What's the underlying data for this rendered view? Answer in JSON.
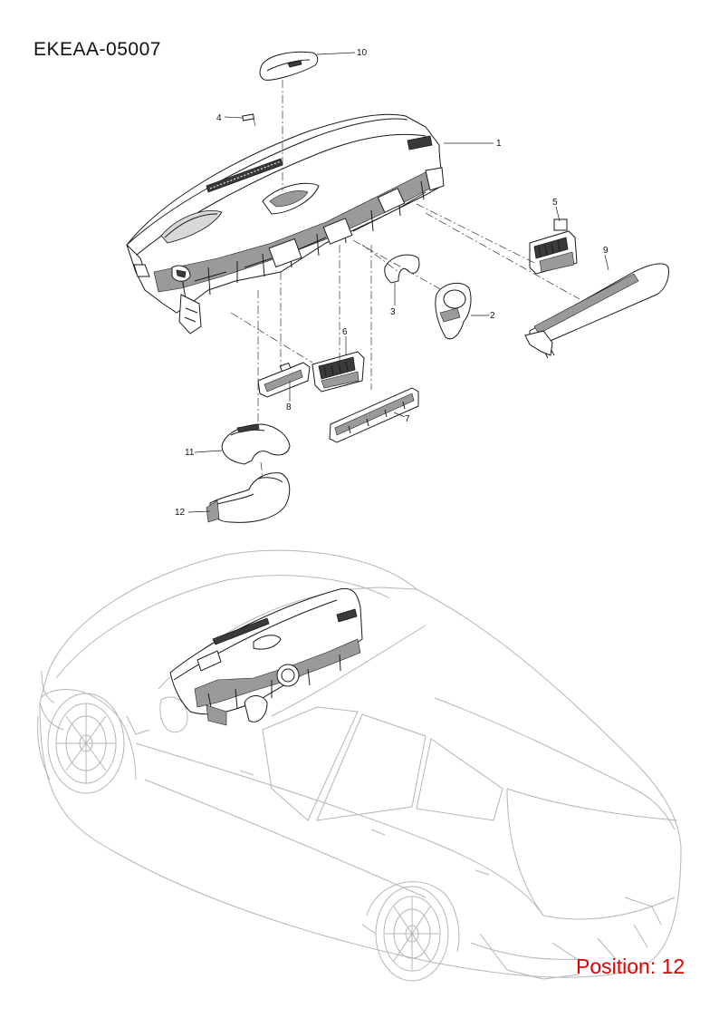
{
  "document": {
    "code": "EKEAA-05007",
    "position_label": "Position: 12",
    "position_color": "#e00000"
  },
  "callouts": {
    "p1": "1",
    "p2": "2",
    "p3": "3",
    "p4": "4",
    "p5": "5",
    "p6": "6",
    "p7": "7",
    "p8": "8",
    "p9": "9",
    "p10": "10",
    "p11": "11",
    "p12": "12"
  }
}
